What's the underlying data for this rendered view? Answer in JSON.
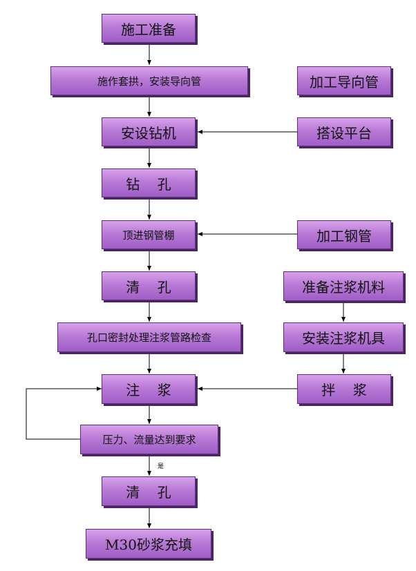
{
  "diagram": {
    "nodes": {
      "n1": "施工准备",
      "n2": "施作套拱，安装导向管",
      "n3": "安设钻机",
      "n4": "钻    孔",
      "n5": "顶进钢管棚",
      "n6": "清    孔",
      "n7": "孔口密封处理注浆管路检查",
      "n8": "注    浆",
      "n9": "压力、流量达到要求",
      "n10": "清    孔",
      "n11": "M30砂浆充填",
      "n12": "加工导向管",
      "n13": "搭设平台",
      "n14": "加工钢管",
      "n15": "准备注浆机料",
      "n16": "安装注浆机具",
      "n17": "拌    浆"
    },
    "edge_labels": {
      "yes": "是"
    }
  }
}
